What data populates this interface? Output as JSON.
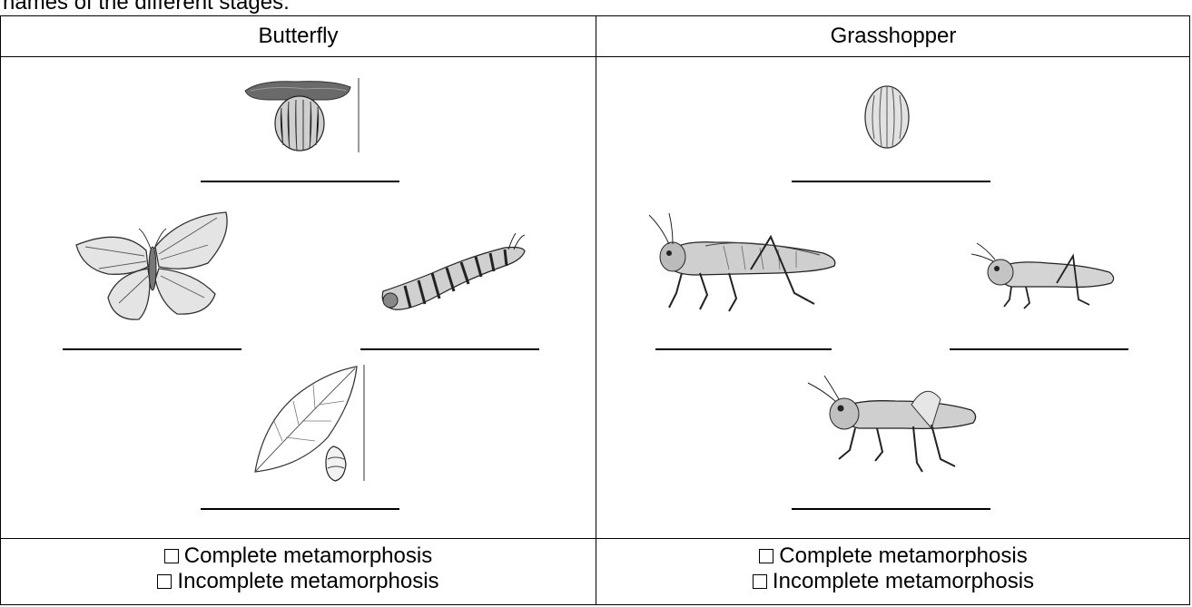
{
  "intro_text": "names of the different stages.",
  "columns": [
    {
      "header": "Butterfly",
      "options": [
        "Complete metamorphosis",
        "Incomplete metamorphosis"
      ],
      "stages": [
        "egg",
        "adult butterfly",
        "caterpillar",
        "pupa"
      ]
    },
    {
      "header": "Grasshopper",
      "options": [
        "Complete metamorphosis",
        "Incomplete metamorphosis"
      ],
      "stages": [
        "egg",
        "adult grasshopper",
        "young nymph",
        "older nymph"
      ]
    }
  ]
}
